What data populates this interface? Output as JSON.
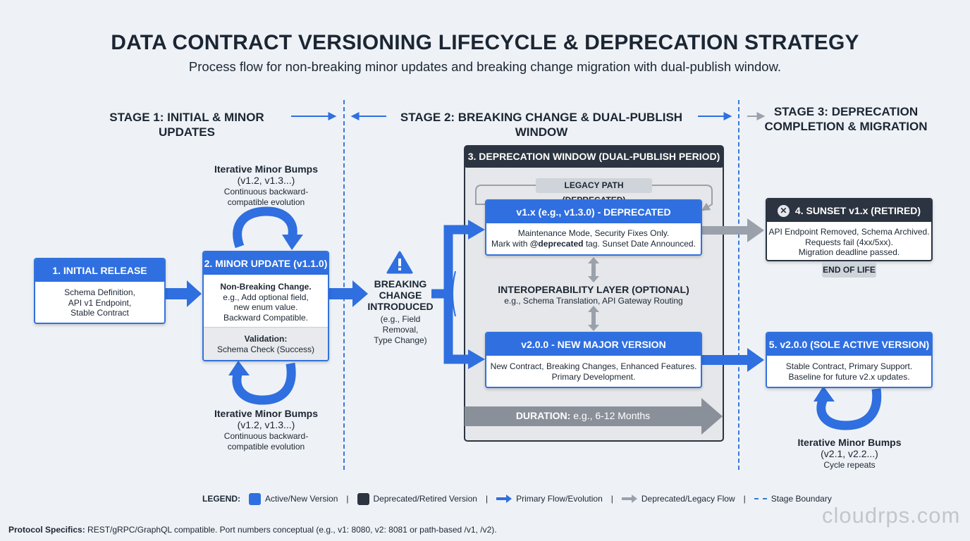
{
  "title": "DATA CONTRACT VERSIONING LIFECYCLE & DEPRECATION STRATEGY",
  "subtitle": "Process flow for non-breaking minor updates and breaking change migration with dual-publish window.",
  "stages": {
    "s1": "STAGE 1: INITIAL & MINOR UPDATES",
    "s2": "STAGE 2: BREAKING CHANGE & DUAL-PUBLISH WINDOW",
    "s3_line1": "STAGE 3: DEPRECATION",
    "s3_line2": "COMPLETION & MIGRATION"
  },
  "initial": {
    "title": "1. INITIAL RELEASE (v1.0.0)",
    "l1": "Schema Definition,",
    "l2": "API v1 Endpoint,",
    "l3": "Stable Contract"
  },
  "minor": {
    "title": "2. MINOR UPDATE (v1.1.0)",
    "l1": "Non-Breaking Change.",
    "l2": "e.g., Add optional field,",
    "l3": "new enum value.",
    "l4": "Backward Compatible.",
    "val_label": "Validation:",
    "val_text": "Schema Check (Success)"
  },
  "bumps_top": {
    "h": "Iterative Minor Bumps",
    "v": "(v1.2, v1.3...)",
    "l1": "Continuous backward-",
    "l2": "compatible evolution"
  },
  "bumps_bottom": {
    "h": "Iterative Minor Bumps",
    "v": "(v1.2, v1.3...)",
    "l1": "Continuous backward-",
    "l2": "compatible evolution"
  },
  "breaking": {
    "l1": "BREAKING",
    "l2": "CHANGE",
    "l3": "INTRODUCED",
    "e1": "(e.g., Field Removal,",
    "e2": "Type Change)"
  },
  "window": {
    "title": "3. DEPRECATION WINDOW (DUAL-PUBLISH PERIOD)",
    "legacy_path": "LEGACY PATH (DEPRECATED)",
    "v1_title": "v1.x (e.g., v1.3.0) - DEPRECATED",
    "v1_l1": "Maintenance Mode, Security Fixes Only.",
    "v1_l2_pre": "Mark with",
    "v1_l2_tag": "@deprecated",
    "v1_l2_post": "tag. Sunset Date Announced.",
    "interop_title": "INTEROPERABILITY LAYER (OPTIONAL)",
    "interop_text": "e.g., Schema Translation, API Gateway Routing",
    "v2_title": "v2.0.0 - NEW MAJOR VERSION",
    "v2_l1": "New Contract, Breaking Changes, Enhanced Features.",
    "v2_l2": "Primary Development.",
    "duration_label": "DURATION:",
    "duration_value": "e.g., 6-12 Months"
  },
  "sunset": {
    "title": "4. SUNSET v1.x (RETIRED)",
    "l1": "API Endpoint Removed, Schema Archived.",
    "l2": "Requests fail (4xx/5xx).",
    "l3": "Migration deadline passed.",
    "badge": "END OF LIFE"
  },
  "sole": {
    "title": "5. v2.0.0 (SOLE ACTIVE VERSION)",
    "l1": "Stable Contract, Primary Support.",
    "l2": "Baseline for future v2.x updates."
  },
  "bumps_v2": {
    "h": "Iterative Minor Bumps",
    "v": "(v2.1, v2.2...)",
    "l1": "Cycle repeats"
  },
  "legend": {
    "label": "LEGEND:",
    "active": "Active/New Version",
    "deprecated": "Deprecated/Retired Version",
    "primary": "Primary Flow/Evolution",
    "legacy": "Deprecated/Legacy Flow",
    "boundary": "Stage Boundary",
    "sep": "|"
  },
  "footer": {
    "label": "Protocol Specifics:",
    "text": "REST/gRPC/GraphQL compatible. Port numbers conceptual (e.g., v1: 8080, v2: 8081 or path-based /v1, /v2)."
  },
  "watermark": "cloudrps.com",
  "colors": {
    "blue": "#2f6fe0",
    "dark": "#2b3440",
    "gray": "#8a9099",
    "bg": "#eef2f6"
  }
}
